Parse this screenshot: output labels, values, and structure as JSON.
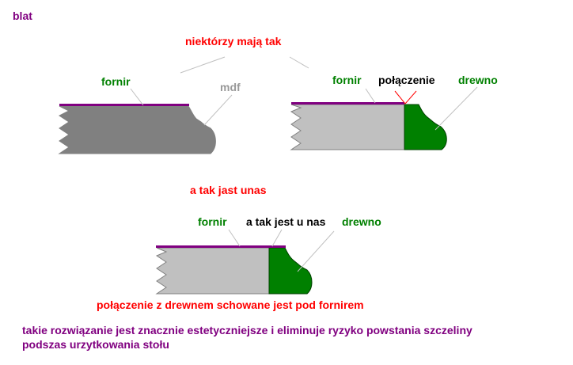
{
  "title": "blat",
  "heading_some": "niektórzy mają tak",
  "heading_ours": "a tak jast unas",
  "diagram_left": {
    "veneer_label": "fornir",
    "core_label": "mdf"
  },
  "diagram_right": {
    "veneer_label": "fornir",
    "joint_label": "połączenie",
    "wood_label": "drewno"
  },
  "diagram_bottom": {
    "veneer_label": "fornir",
    "joint_label": "a tak jest u nas",
    "wood_label": "drewno",
    "caption": "połączenie z drewnem schowane jest pod fornirem"
  },
  "conclusion_line1": "takie rozwiązanie jest znacznie estetyczniejsze i eliminuje ryzyko powstania szczeliny",
  "conclusion_line2": "podszas urzytkowania stołu",
  "colors": {
    "purple": "#800080",
    "red": "#ff0000",
    "green": "#008000",
    "grey_label": "#999999",
    "mdf_dark": "#808080",
    "mdf_light": "#c0c0c0",
    "wood": "#008000",
    "veneer": "#800080"
  }
}
